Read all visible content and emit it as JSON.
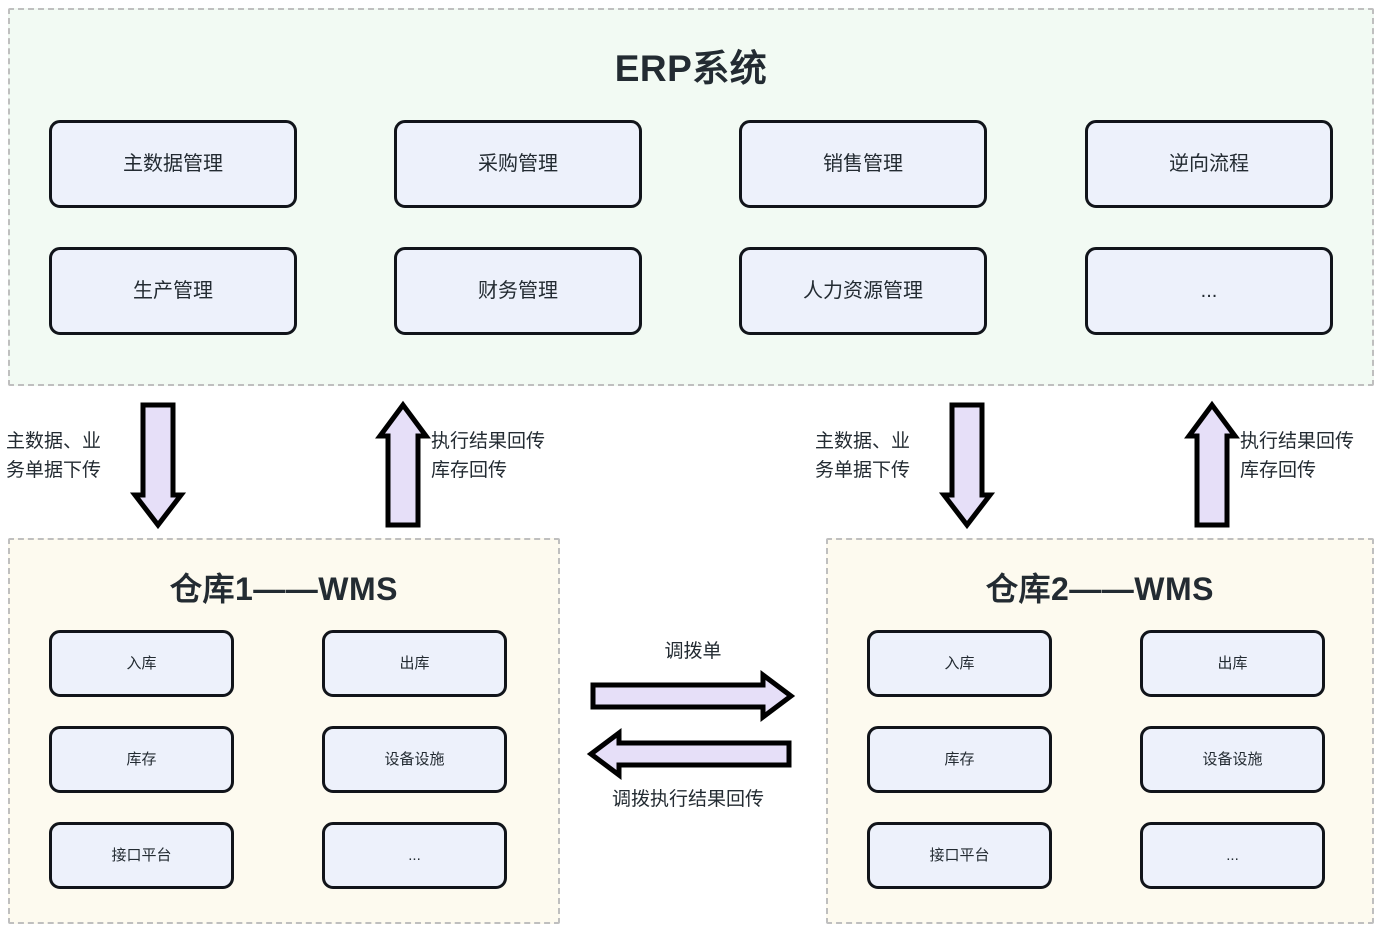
{
  "erp": {
    "title": "ERP系统",
    "modules": [
      {
        "label": "主数据管理"
      },
      {
        "label": "采购管理"
      },
      {
        "label": "销售管理"
      },
      {
        "label": "逆向流程"
      },
      {
        "label": "生产管理"
      },
      {
        "label": "财务管理"
      },
      {
        "label": "人力资源管理"
      },
      {
        "label": "..."
      }
    ]
  },
  "warehouse1": {
    "title": "仓库1——WMS",
    "modules": [
      {
        "label": "入库"
      },
      {
        "label": "出库"
      },
      {
        "label": "库存"
      },
      {
        "label": "设备设施"
      },
      {
        "label": "接口平台"
      },
      {
        "label": "..."
      }
    ]
  },
  "warehouse2": {
    "title": "仓库2——WMS",
    "modules": [
      {
        "label": "入库"
      },
      {
        "label": "出库"
      },
      {
        "label": "库存"
      },
      {
        "label": "设备设施"
      },
      {
        "label": "接口平台"
      },
      {
        "label": "..."
      }
    ]
  },
  "flows": {
    "erp_to_wh1_down": "主数据、业\n务单据下传",
    "wh1_to_erp_up": "执行结果回传\n库存回传",
    "erp_to_wh2_down": "主数据、业\n务单据下传",
    "wh2_to_erp_up": "执行结果回传\n库存回传",
    "transfer_order": "调拨单",
    "transfer_result": "调拨执行结果回传"
  },
  "colors": {
    "erp_panel_bg": "#F2FAF3",
    "wms_panel_bg": "#FDFAEF",
    "panel_border": "#BFBFBF",
    "box_fill": "#EDF1FB",
    "box_border": "#11141A",
    "arrow_fill": "#E6DFF8",
    "arrow_border": "#000000",
    "text": "#232B32"
  }
}
